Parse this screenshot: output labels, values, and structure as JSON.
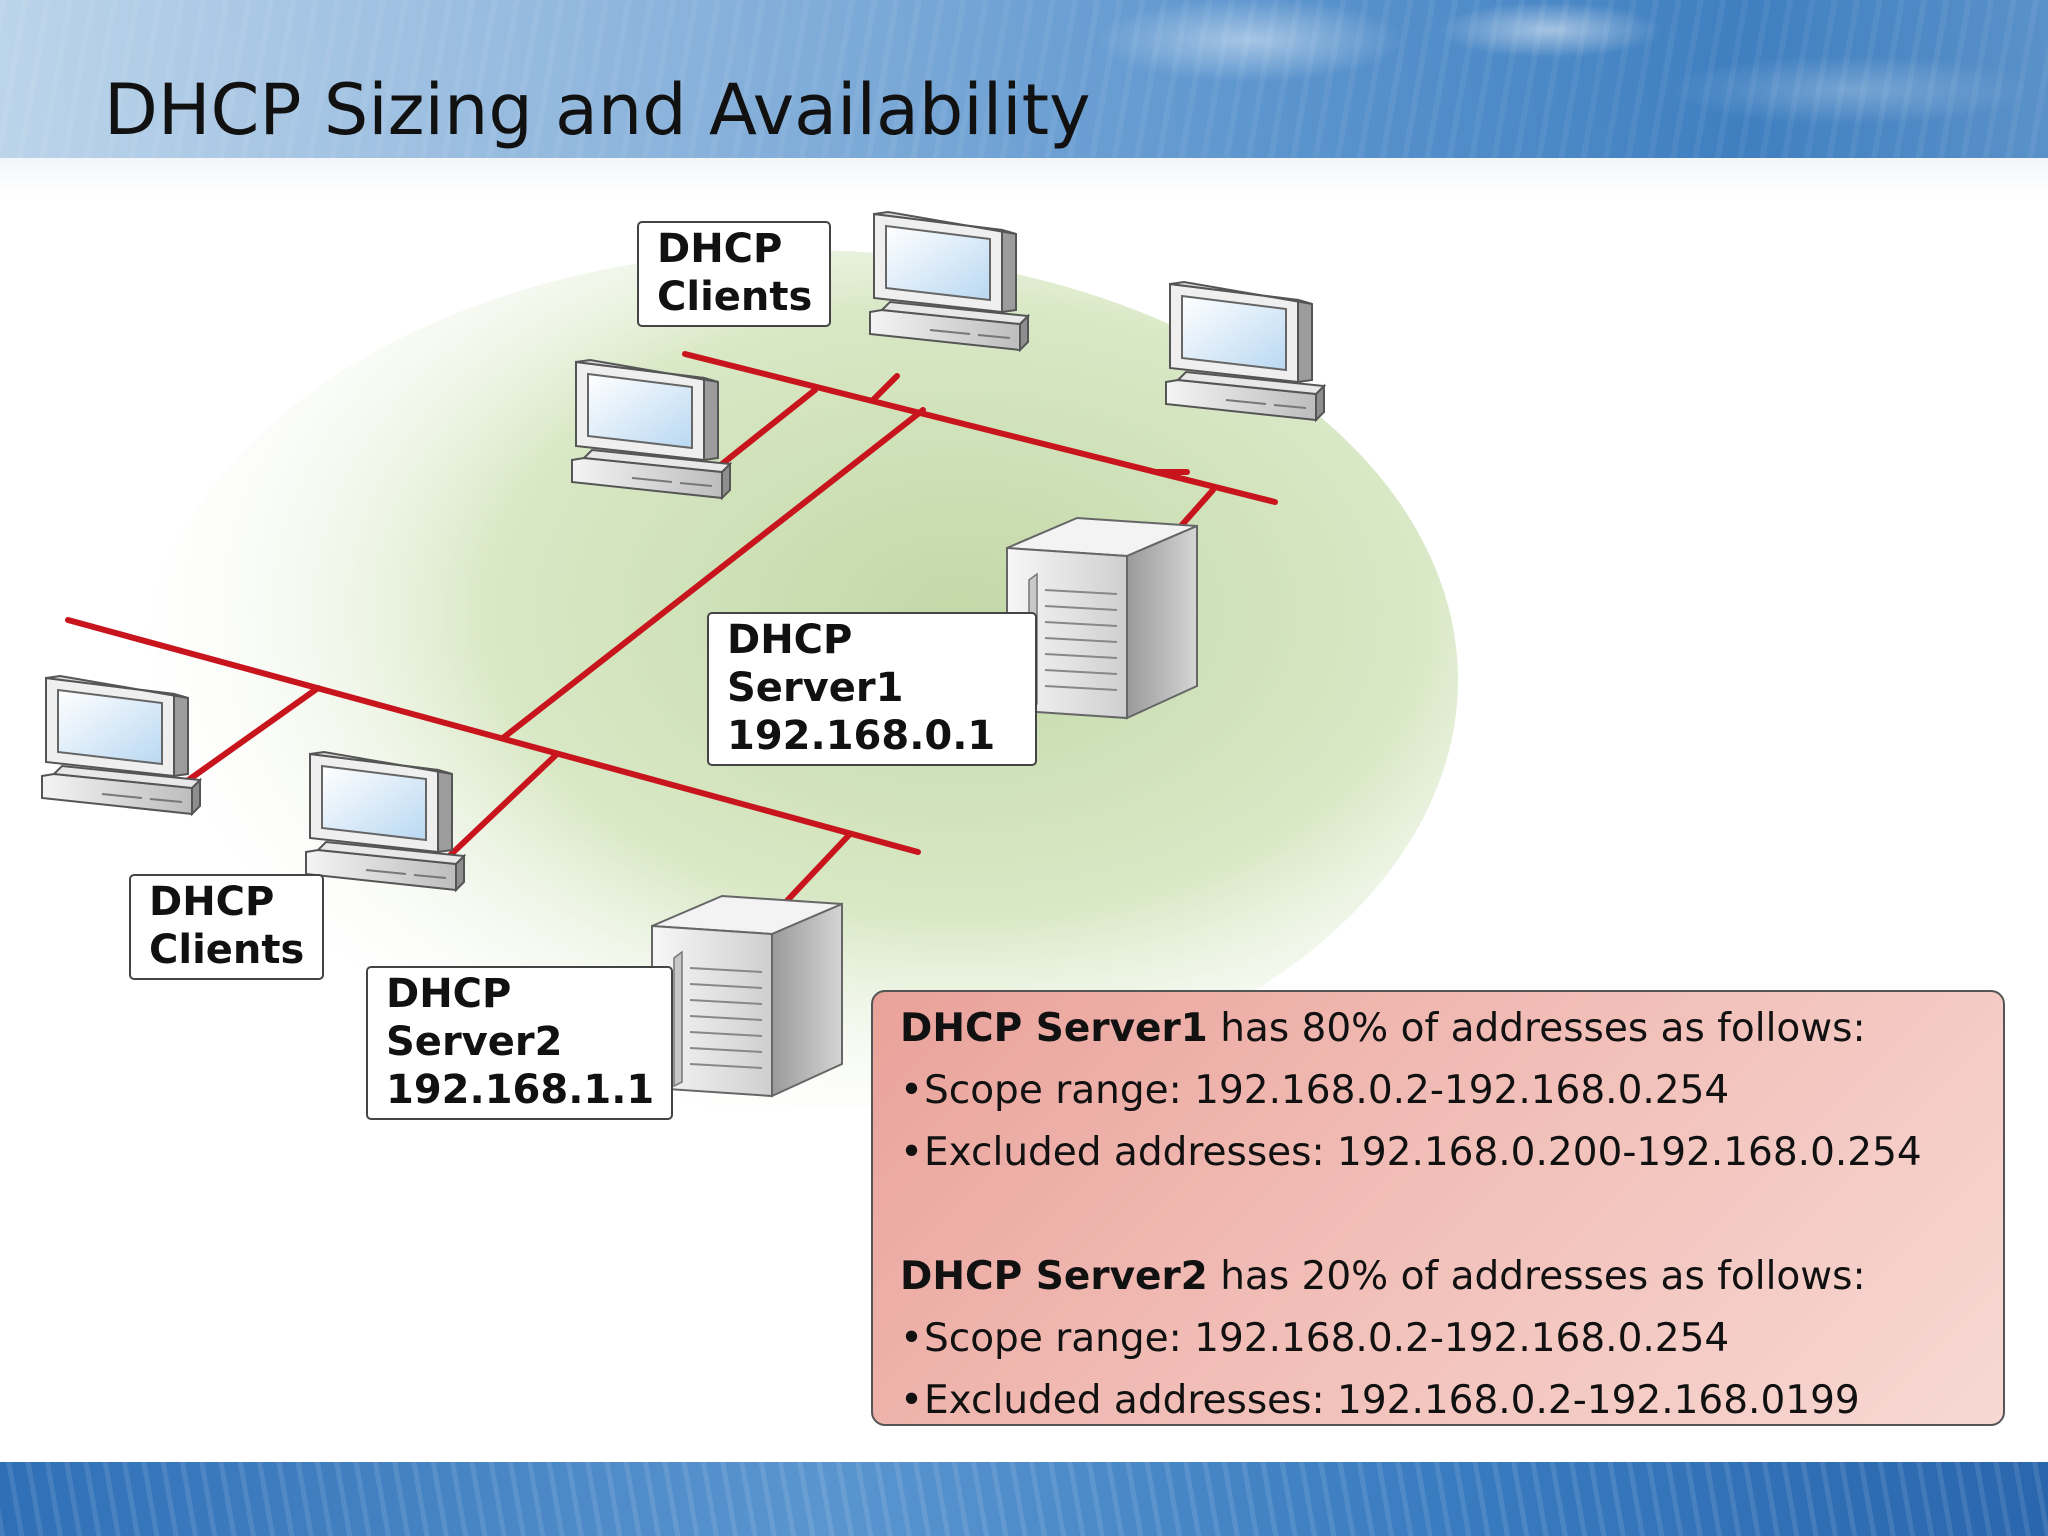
{
  "slide": {
    "title": "DHCP Sizing and Availability"
  },
  "diagram": {
    "clients_top_label": [
      "DHCP",
      "Clients"
    ],
    "clients_bottom_label": [
      "DHCP",
      "Clients"
    ],
    "server1_label": [
      "DHCP",
      "Server1",
      "192.168.0.1"
    ],
    "server2_label": [
      "DHCP",
      "Server2",
      "192.168.1.1"
    ],
    "icons": [
      "desktop-computer-icon",
      "server-icon"
    ],
    "colors": {
      "network_line": "#c8141c",
      "zone_fill": "#c9deb0",
      "info_box": "#f1bdb6"
    }
  },
  "info": {
    "server1": {
      "name": "DHCP Server1",
      "text": " has 80% of addresses as follows:",
      "scope": "Scope range: 192.168.0.2-192.168.0.254",
      "excluded": "Excluded addresses: 192.168.0.200-192.168.0.254"
    },
    "server2": {
      "name": "DHCP Server2",
      "text": " has 20% of addresses as follows:",
      "scope": "Scope range: 192.168.0.2-192.168.0.254",
      "excluded": "Excluded addresses: 192.168.0.2-192.168.0199"
    },
    "bullet": "•"
  }
}
